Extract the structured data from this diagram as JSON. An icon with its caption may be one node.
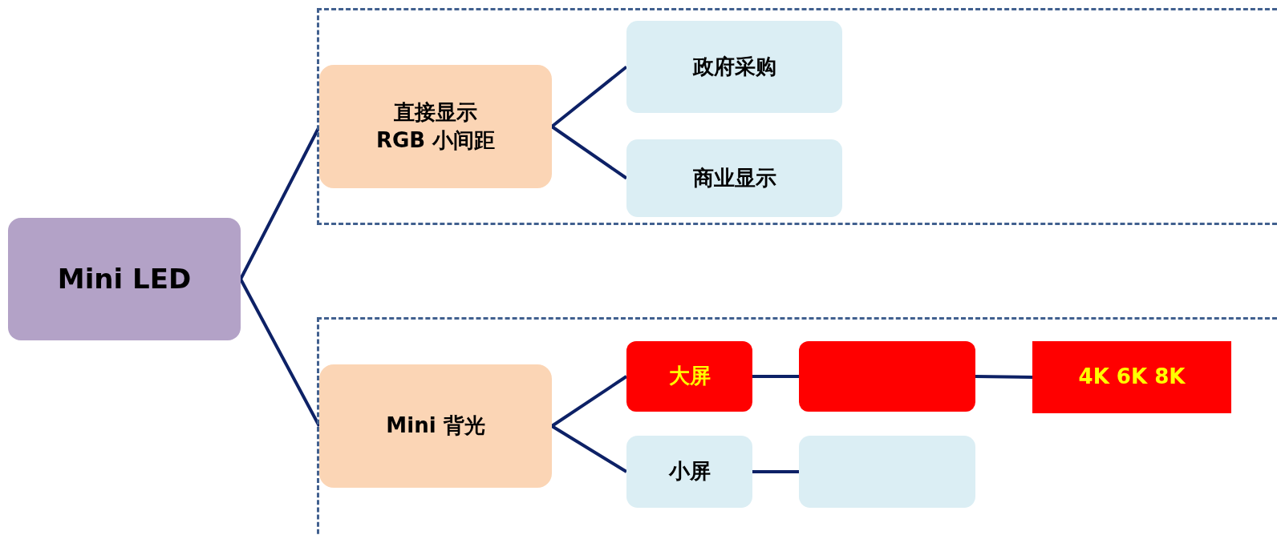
{
  "diagram": {
    "nodes": [
      {
        "text": [
          "Mini LED"
        ]
      },
      {
        "text": [],
        "shape": "box"
      },
      {
        "text": [
          "直接显示",
          "RGB 小间距"
        ],
        "in": 1
      },
      {
        "text": [
          "政府采购"
        ],
        "in": 1
      },
      {
        "text": [
          "商业显示"
        ],
        "in": 1
      },
      {
        "text": [],
        "shape": "box"
      },
      {
        "text": [
          "Mini 背光"
        ],
        "in": 5
      },
      {
        "text": [
          "大屏"
        ],
        "in": 5
      },
      {
        "text": [],
        "shape": "box",
        "in": 5
      },
      {
        "text": [
          "4K 6K 8K"
        ],
        "in": 5
      },
      {
        "text": [
          "小屏"
        ],
        "in": 5
      },
      {
        "text": [],
        "shape": "box",
        "in": 5
      }
    ],
    "edges": [
      {
        "from": 0,
        "to": 2,
        "arrow": "none"
      },
      {
        "from": 0,
        "to": 6,
        "arrow": "none"
      },
      {
        "from": 2,
        "to": 3,
        "arrow": "none"
      },
      {
        "from": 2,
        "to": 4,
        "arrow": "none"
      },
      {
        "from": 6,
        "to": 7,
        "arrow": "none"
      },
      {
        "from": 6,
        "to": 10,
        "arrow": "none"
      },
      {
        "from": 7,
        "to": 8,
        "arrow": "none"
      },
      {
        "from": 8,
        "to": 9,
        "arrow": "none"
      },
      {
        "from": 10,
        "to": 11,
        "arrow": "none"
      }
    ]
  }
}
